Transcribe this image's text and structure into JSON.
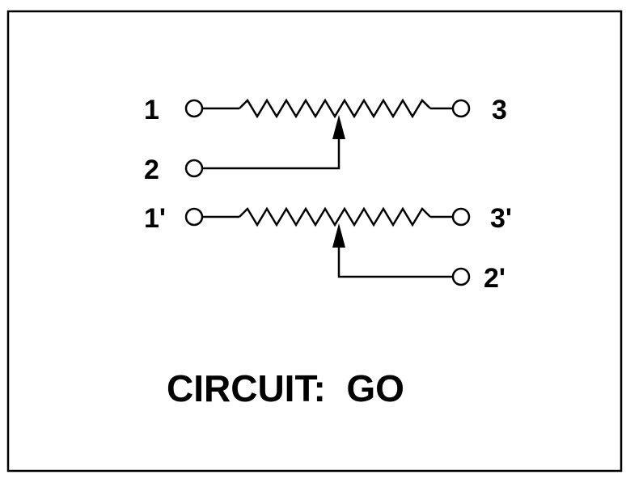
{
  "colors": {
    "stroke": "#000000",
    "background": "#ffffff"
  },
  "pins": {
    "top": {
      "left": "1",
      "wiper": "2",
      "right": "3"
    },
    "bottom": {
      "left": "1'",
      "wiper": "2'",
      "right": "3'"
    }
  },
  "caption": "CIRCUIT:  GO"
}
